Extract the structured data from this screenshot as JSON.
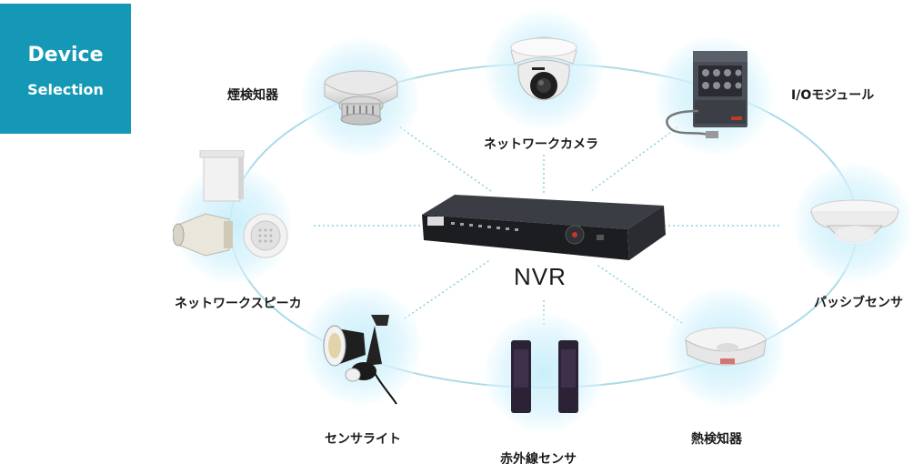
{
  "badge": {
    "line1": "Device",
    "line2": "Selection"
  },
  "hub": {
    "label": "NVR"
  },
  "devices": [
    {
      "label": "煙検知器"
    },
    {
      "label": "ネットワークカメラ"
    },
    {
      "label": "I/Oモジュール"
    },
    {
      "label": "ネットワークスピーカ"
    },
    {
      "label": "パッシブセンサ"
    },
    {
      "label": "センサライト"
    },
    {
      "label": "赤外線センサ"
    },
    {
      "label": "熱検知器"
    }
  ],
  "colors": {
    "accent": "#1598b5",
    "ring": "#a9dbe9",
    "glow": "#c8eefa"
  }
}
